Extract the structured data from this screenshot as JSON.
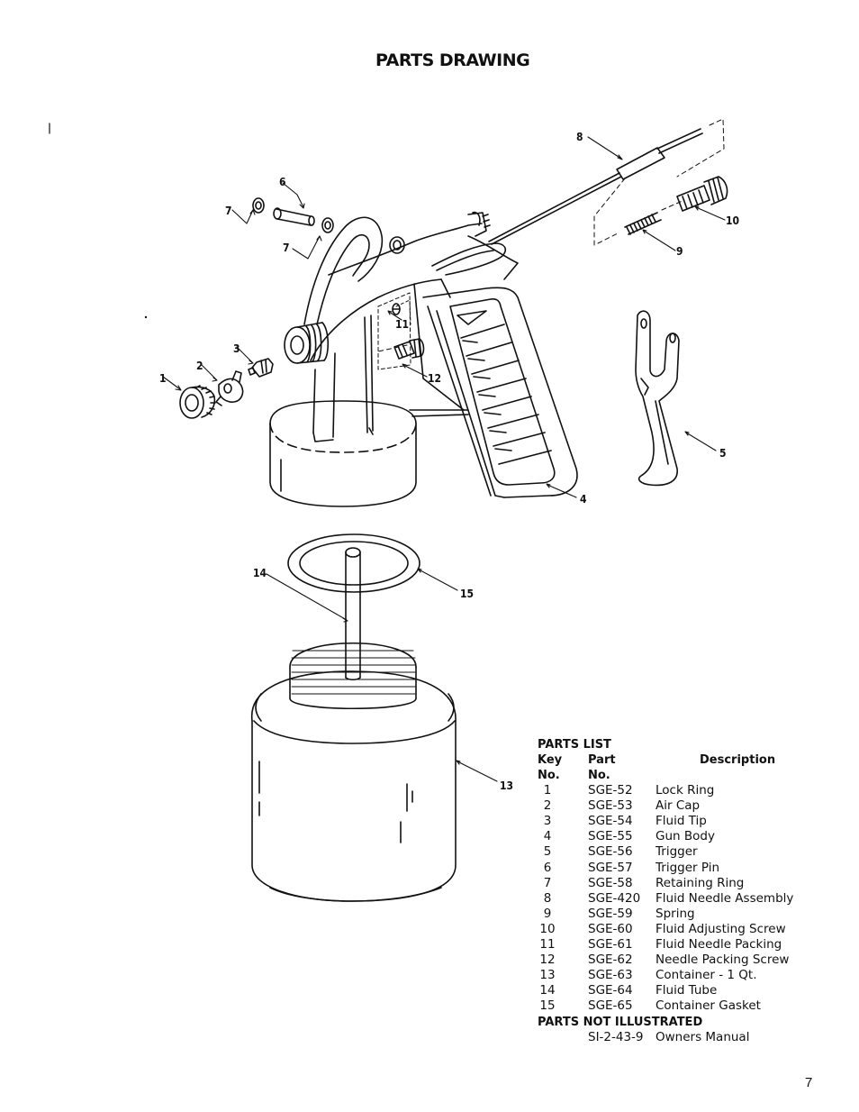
{
  "page": {
    "title": "PARTS DRAWING",
    "page_number": "7"
  },
  "callouts": [
    "1",
    "2",
    "3",
    "4",
    "5",
    "6",
    "7",
    "7",
    "8",
    "9",
    "10",
    "11",
    "12",
    "13",
    "14",
    "15"
  ],
  "parts_list": {
    "heading": "PARTS LIST",
    "col_key_line1": "Key",
    "col_key_line2": "No.",
    "col_part_line1": "Part",
    "col_part_line2": "No.",
    "col_desc": "Description",
    "rows": [
      {
        "key": "1",
        "part": "SGE-52",
        "desc": "Lock Ring"
      },
      {
        "key": "2",
        "part": "SGE-53",
        "desc": "Air Cap"
      },
      {
        "key": "3",
        "part": "SGE-54",
        "desc": "Fluid Tip"
      },
      {
        "key": "4",
        "part": "SGE-55",
        "desc": "Gun Body"
      },
      {
        "key": "5",
        "part": "SGE-56",
        "desc": "Trigger"
      },
      {
        "key": "6",
        "part": "SGE-57",
        "desc": "Trigger Pin"
      },
      {
        "key": "7",
        "part": "SGE-58",
        "desc": "Retaining Ring"
      },
      {
        "key": "8",
        "part": "SGE-420",
        "desc": "Fluid Needle Assembly"
      },
      {
        "key": "9",
        "part": "SGE-59",
        "desc": "Spring"
      },
      {
        "key": "10",
        "part": "SGE-60",
        "desc": "Fluid Adjusting Screw"
      },
      {
        "key": "11",
        "part": "SGE-61",
        "desc": "Fluid Needle Packing"
      },
      {
        "key": "12",
        "part": "SGE-62",
        "desc": "Needle Packing Screw"
      },
      {
        "key": "13",
        "part": "SGE-63",
        "desc": "Container - 1 Qt."
      },
      {
        "key": "14",
        "part": "SGE-64",
        "desc": "Fluid Tube"
      },
      {
        "key": "15",
        "part": "SGE-65",
        "desc": "Container Gasket"
      }
    ],
    "not_illustrated_heading": "PARTS NOT ILLUSTRATED",
    "not_illustrated": [
      {
        "part": "SI-2-43-9",
        "desc": "Owners Manual"
      }
    ]
  }
}
